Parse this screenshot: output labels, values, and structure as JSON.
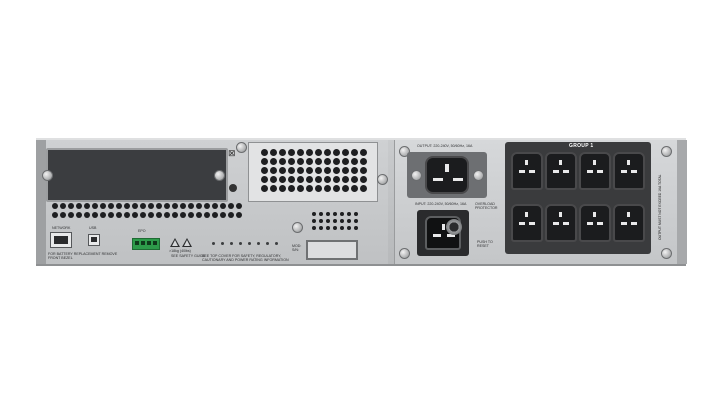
{
  "labels": {
    "output_label": "OUTPUT: 220-240V, 50/60Hz, 16A",
    "input_label": "INPUT: 220-240V, 50/60Hz, 16A",
    "overload_label": "OVERLOAD PROTECTOR",
    "push_reset_label": "PUSH TO RESET",
    "group_label": "GROUP 1",
    "battery_label": "FOR BATTERY REPLACEMENT REMOVE FRONT BEZEL",
    "network_label": "NETWORK",
    "usb_label": "USB",
    "epo_label": "EPO",
    "safety_label": "SEE SAFETY GUIDE",
    "cover_label": "SEE TOP COVER FOR SAFETY, REGULATORY, CAUTIONARY AND POWER RATING INFORMATION",
    "mod_label": "MOD: S/N:",
    "weight_label": ">18kg (40lbs)",
    "vertical_note": "OUTPUT MUST NOT EXCEED 16A TOTAL"
  },
  "colors": {
    "chassis": "#c4c6c8",
    "socket": "#1b1c1e",
    "terminal_block": "#2d9b4a",
    "plate": "#3b3d40"
  },
  "icons": [
    "rj45-port-icon",
    "usb-port-icon",
    "epo-terminal-icon",
    "warning-icon",
    "recycle-bin-icon",
    "ground-icon",
    "ac-socket-icon"
  ]
}
